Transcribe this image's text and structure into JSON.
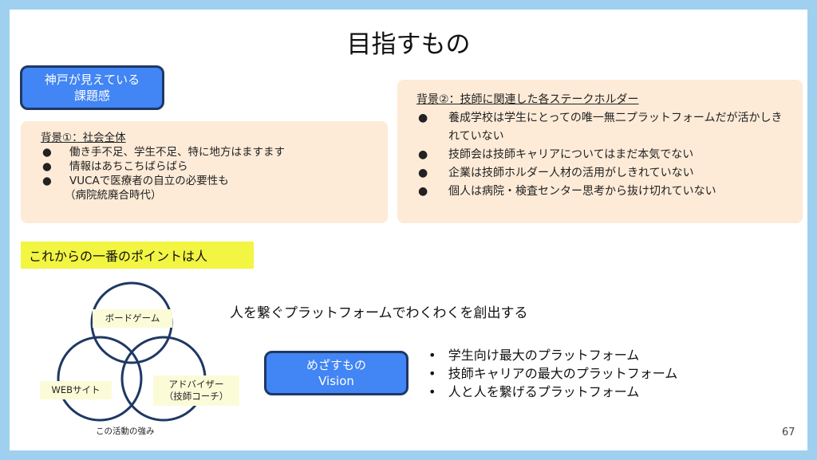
{
  "title": "目指すもの",
  "issue_button": {
    "line1": "神戸が見えている",
    "line2": "課題感"
  },
  "background1": {
    "heading": "背景①：社会全体",
    "items": [
      "働き手不足、学生不足、特に地方はますます",
      "情報はあちこちばらばら",
      "VUCAで医療者の自立の必要性も"
    ],
    "note": "（病院統廃合時代）"
  },
  "background2": {
    "heading": "背景②：技師に関連した各ステークホルダー",
    "items": [
      "養成学校は学生にとっての唯一無二プラットフォームだが活かしきれていない",
      "技師会は技師キャリアについてはまだ本気でない",
      "企業は技師ホルダー人材の活用がしきれていない",
      "個人は病院・検査センター思考から抜け切れていない"
    ]
  },
  "key_point": "これからの一番のポイントは人",
  "venn": {
    "top": "ボードゲーム",
    "left": "WEBサイト",
    "right_line1": "アドバイザー",
    "right_line2": "（技師コーチ）",
    "caption": "この活動の強み"
  },
  "mission": "人を繋ぐプラットフォームでわくわくを創出する",
  "vision_button": {
    "line1": "めざすもの",
    "line2": "Vision"
  },
  "vision_items": [
    "学生向け最大のプラットフォーム",
    "技師キャリアの最大のプラットフォーム",
    "人と人を繋げるプラットフォーム"
  ],
  "page_number": "67",
  "colors": {
    "frame": "#9fd0f0",
    "blue": "#4285f4",
    "navy": "#1f3864",
    "peach": "#fdebd8",
    "yellow": "#f2f542"
  }
}
